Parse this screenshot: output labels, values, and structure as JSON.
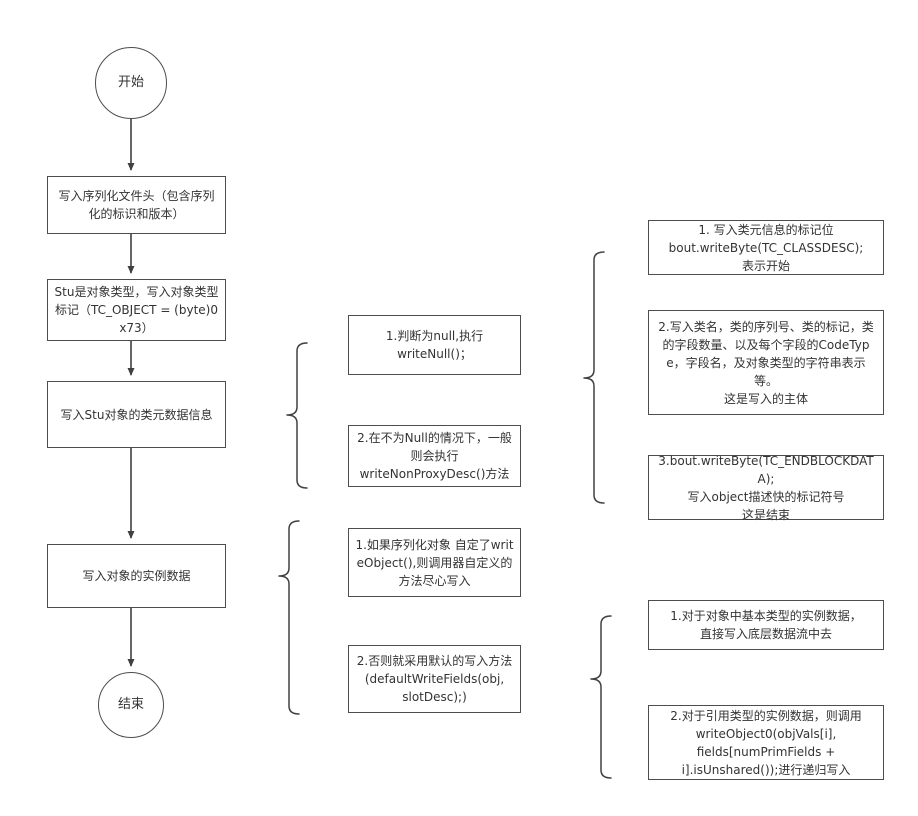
{
  "colors": {
    "line": "#404040",
    "box_border": "#4d4d4d",
    "text": "#333333",
    "background": "#ffffff"
  },
  "flowchart": {
    "start_label": "开始",
    "end_label": "结束",
    "steps": {
      "write_header": "写入序列化文件头（包含序列化的标识和版本）",
      "write_type_tag": "Stu是对象类型，写入对象类型标记（TC_OBJECT = (byte)0x73）",
      "write_class_metadata": "写入Stu对象的类元数据信息",
      "write_instance_data": "写入对象的实例数据"
    }
  },
  "class_metadata_details": {
    "null_case": "1.判断为null,执行\nwriteNull()；",
    "non_null_case": "2.在不为Null的情况下，一般则会执行\nwriteNonProxyDesc()方法"
  },
  "write_class_desc_steps": {
    "step1": "1. 写入类元信息的标记位\nbout.writeByte(TC_CLASSDESC);\n表示开始",
    "step2": "2.写入类名，类的序列号、类的标记，类的字段数量、以及每个字段的CodeType，字段名，及对象类型的字符串表示等。\n这是写入的主体",
    "step3": "3.bout.writeByte(TC_ENDBLOCKDATA);\n写入object描述快的标记符号\n这是结束"
  },
  "instance_data_details": {
    "custom_write": "1.如果序列化对象 自定了writeObject(),则调用器自定义的方法尽心写入",
    "default_write": "2.否则就采用默认的写入方法\n(defaultWriteFields(obj,\nslotDesc);)"
  },
  "default_write_steps": {
    "primitive": "1.对于对象中基本类型的实例数据，\n直接写入底层数据流中去",
    "reference": "2.对于引用类型的实例数据，则调用\nwriteObject0(objVals[i],\nfields[numPrimFields +\ni].isUnshared());进行递归写入"
  }
}
